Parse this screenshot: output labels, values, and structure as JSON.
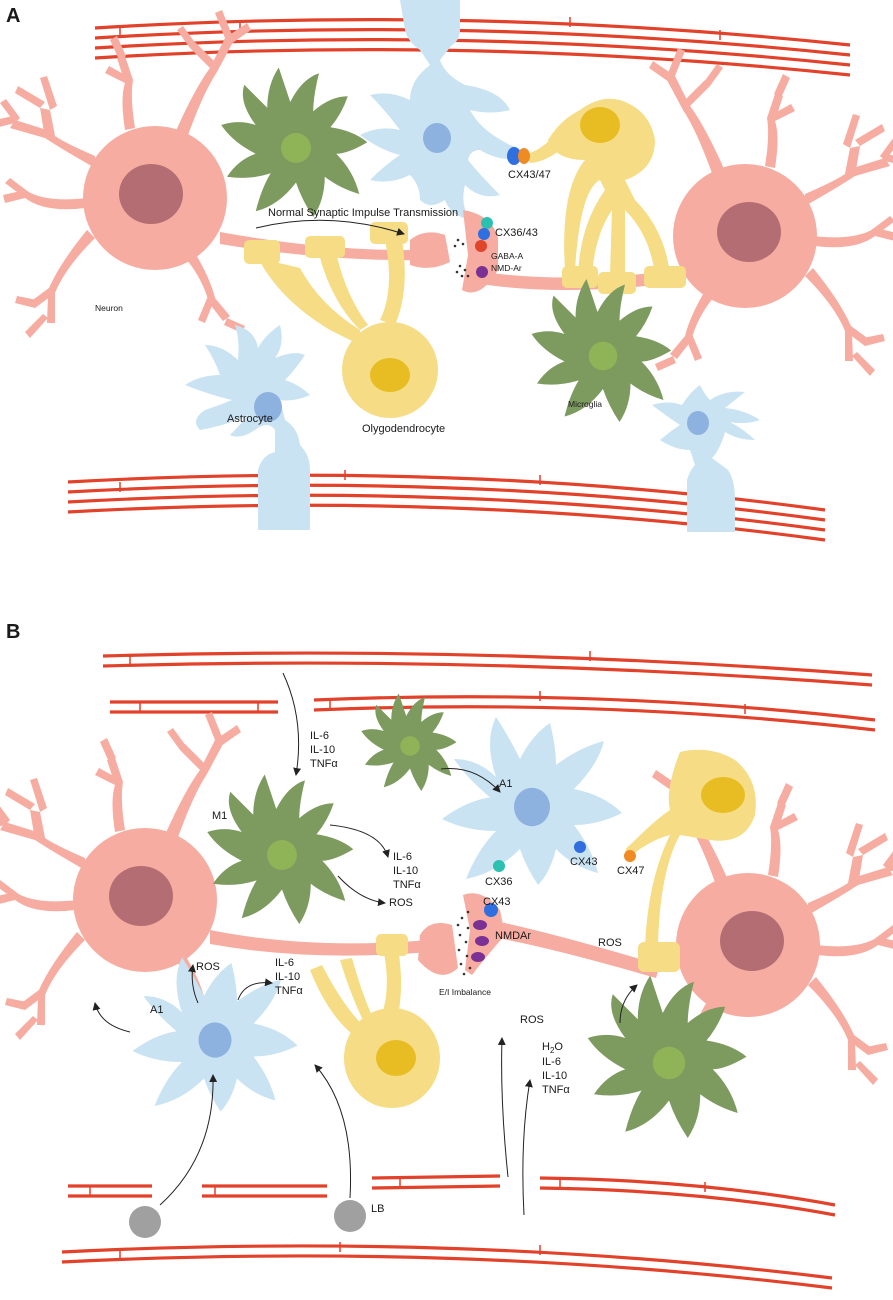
{
  "panels": {
    "a": {
      "letter": "A",
      "labels": {
        "transmission": "Normal Synaptic Impulse Transmission",
        "cx43_47": "CX43/47",
        "cx36_43": "CX36/43",
        "gaba": "GABA-A",
        "nmda": "NMD-Ar",
        "neuron": "Neuron",
        "astrocyte": "Astrocyte",
        "oligodendrocyte": "Olygodendrocyte",
        "microglia": "Microglia"
      }
    },
    "b": {
      "letter": "B",
      "labels": {
        "top_cytokines": [
          "IL-6",
          "IL-10",
          "TNFα"
        ],
        "m1": "M1",
        "m1_cytokines": [
          "IL-6",
          "IL-10",
          "TNFα"
        ],
        "m1_ros": "ROS",
        "a1_top": "A1",
        "cx36": "CX36",
        "cx43_astro": "CX43",
        "cx47": "CX47",
        "cx43_synapse": "CX43",
        "nmdar": "NMDAr",
        "ros_axon": "ROS",
        "ei_imbalance": "E/I Imbalance",
        "astro_ros": "ROS",
        "astro_cytokines": [
          "IL-6",
          "IL-10",
          "TNFα"
        ],
        "a1_left": "A1",
        "ros_mid": "ROS",
        "water": "H",
        "water_sub": "2",
        "water_end": "O",
        "mid_cytokines": [
          "IL-6",
          "IL-10",
          "TNFα"
        ],
        "lb": "LB"
      }
    }
  },
  "colors": {
    "vessel": "#e2412a",
    "neuron": "#f6aca0",
    "neuron_nucleus": "#b46e73",
    "astrocyte": "#c9e3f3",
    "astrocyte_nucleus": "#8eb2df",
    "microglia": "#7d9a5f",
    "microglia_nucleus": "#8fb457",
    "oligodendrocyte": "#f6dc84",
    "oligo_nucleus": "#e7bd23",
    "cx43": "#2f6fe0",
    "cx47": "#f08a23",
    "cx36": "#2cc0b0",
    "gaba": "#e0442a",
    "nmda": "#7b3193",
    "lewy_body": "#a0a0a0"
  }
}
